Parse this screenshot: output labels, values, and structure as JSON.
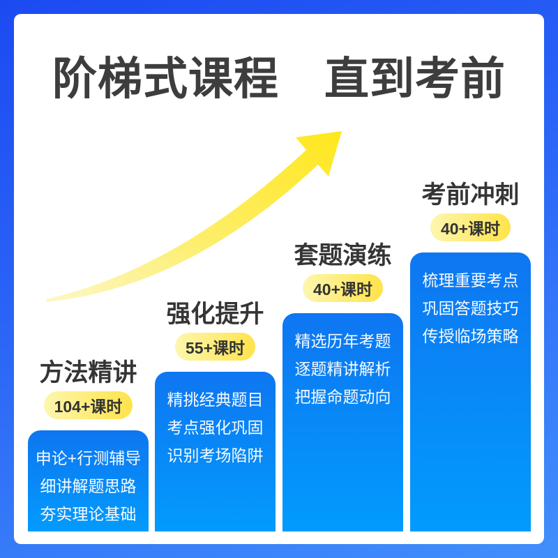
{
  "title": "阶梯式课程　直到考前",
  "colors": {
    "frame_blue_start": "#1c4af2",
    "frame_blue_end": "#418ffb",
    "stage_card_blue_top": "#0e76f1",
    "stage_card_blue_bottom": "#029bfd",
    "badge_yellow_start": "#fdf6ae",
    "badge_yellow_end": "#ffe34a",
    "arrow_yellow_tail": "#fdf7c8",
    "arrow_yellow_head": "#ffe71c",
    "title_text": "#3d3d3d"
  },
  "stages": [
    {
      "name": "方法精讲",
      "hours": "104+课时",
      "items": [
        "申论+行测辅导",
        "细讲解题思路",
        "夯实理论基础"
      ]
    },
    {
      "name": "强化提升",
      "hours": "55+课时",
      "items": [
        "精挑经典题目",
        "考点强化巩固",
        "识别考场陷阱"
      ]
    },
    {
      "name": "套题演练",
      "hours": "40+课时",
      "items": [
        "精选历年考题",
        "逐题精讲解析",
        "把握命题动向"
      ]
    },
    {
      "name": "考前冲刺",
      "hours": "40+课时",
      "items": [
        "梳理重要考点",
        "巩固答题技巧",
        "传授临场策略"
      ]
    }
  ]
}
